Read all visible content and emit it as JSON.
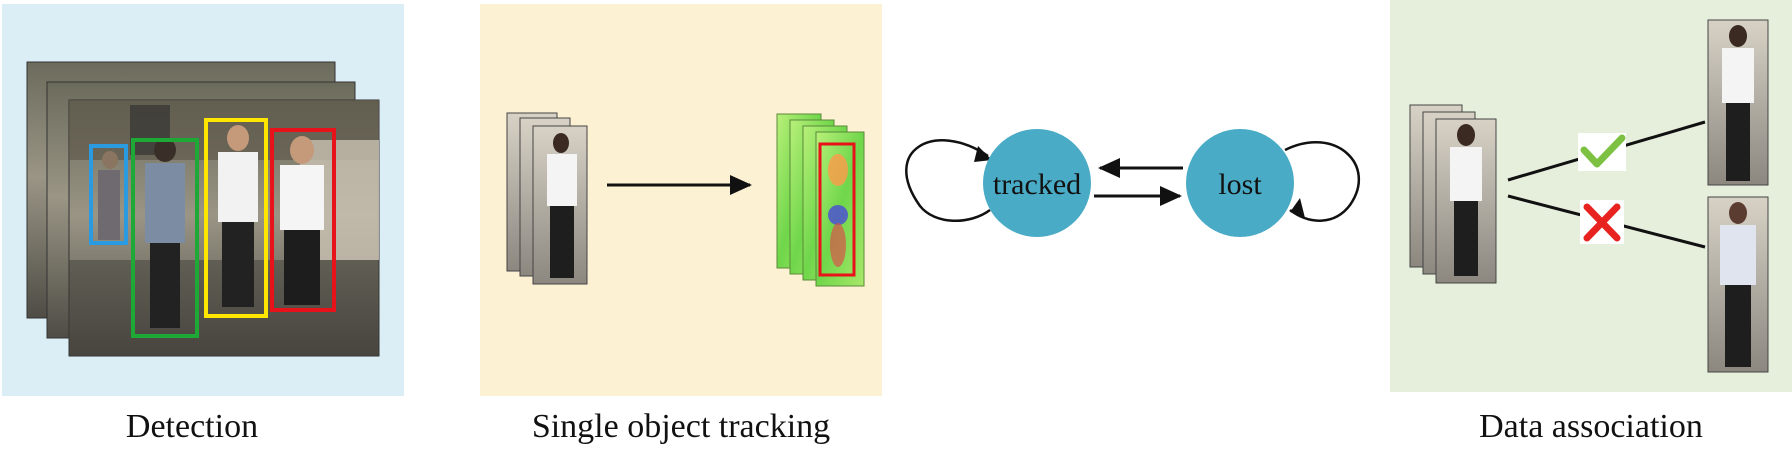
{
  "captions": {
    "detection": "Detection",
    "sot": "Single object tracking",
    "association": "Data association"
  },
  "states": {
    "tracked": "tracked",
    "lost": "lost"
  },
  "colors": {
    "detection_bg": "#dbeef5",
    "sot_bg": "#fdf1d3",
    "association_bg": "#e6eedc",
    "state_circle": "#4aabc6",
    "box_blue": "#2a9be0",
    "box_green": "#1ea836",
    "box_yellow": "#ffe600",
    "box_red": "#e8121a",
    "check": "#7cc142",
    "cross": "#e8231f"
  },
  "icons": {
    "match": "check-mark-icon",
    "mismatch": "cross-mark-icon"
  }
}
